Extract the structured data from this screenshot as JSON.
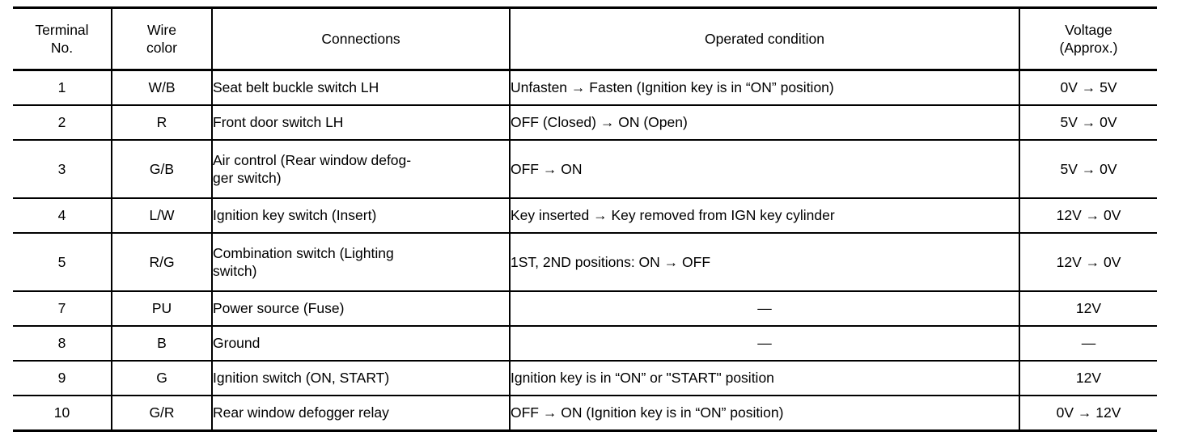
{
  "table": {
    "title_columns": [
      {
        "key": "terminal",
        "label": "Terminal\nNo."
      },
      {
        "key": "wire",
        "label": "Wire\ncolor"
      },
      {
        "key": "connections",
        "label": "Connections"
      },
      {
        "key": "condition",
        "label": "Operated condition"
      },
      {
        "key": "voltage",
        "label": "Voltage\n(Approx.)"
      }
    ],
    "rows": [
      {
        "terminal": "1",
        "wire": "W/B",
        "connections": "Seat belt buckle switch LH",
        "condition": "Unfasten → Fasten (Ignition key is in “ON” position)",
        "voltage": "0V → 5V"
      },
      {
        "terminal": "2",
        "wire": "R",
        "connections": "Front door switch LH",
        "condition": "OFF (Closed) → ON (Open)",
        "voltage": "5V → 0V"
      },
      {
        "terminal": "3",
        "wire": "G/B",
        "connections": "Air control (Rear window defog-\nger switch)",
        "condition": "OFF → ON",
        "voltage": "5V → 0V"
      },
      {
        "terminal": "4",
        "wire": "L/W",
        "connections": "Ignition key switch (Insert)",
        "condition": "Key inserted → Key removed from IGN key cylinder",
        "voltage": "12V → 0V"
      },
      {
        "terminal": "5",
        "wire": "R/G",
        "connections": "Combination switch (Lighting\nswitch)",
        "condition": "1ST, 2ND positions: ON → OFF",
        "voltage": "12V → 0V"
      },
      {
        "terminal": "7",
        "wire": "PU",
        "connections": "Power source (Fuse)",
        "condition": "—",
        "voltage": "12V"
      },
      {
        "terminal": "8",
        "wire": "B",
        "connections": "Ground",
        "condition": "—",
        "voltage": "—"
      },
      {
        "terminal": "9",
        "wire": "G",
        "connections": "Ignition switch (ON, START)",
        "condition": "Ignition key is in “ON” or \"START\" position",
        "voltage": "12V"
      },
      {
        "terminal": "10",
        "wire": "G/R",
        "connections": "Rear window defogger relay",
        "condition": "OFF → ON (Ignition key is in “ON” position)",
        "voltage": "0V → 12V"
      }
    ]
  },
  "style": {
    "rule_color": "#000000",
    "text_color": "#000000",
    "background": "#ffffff"
  }
}
